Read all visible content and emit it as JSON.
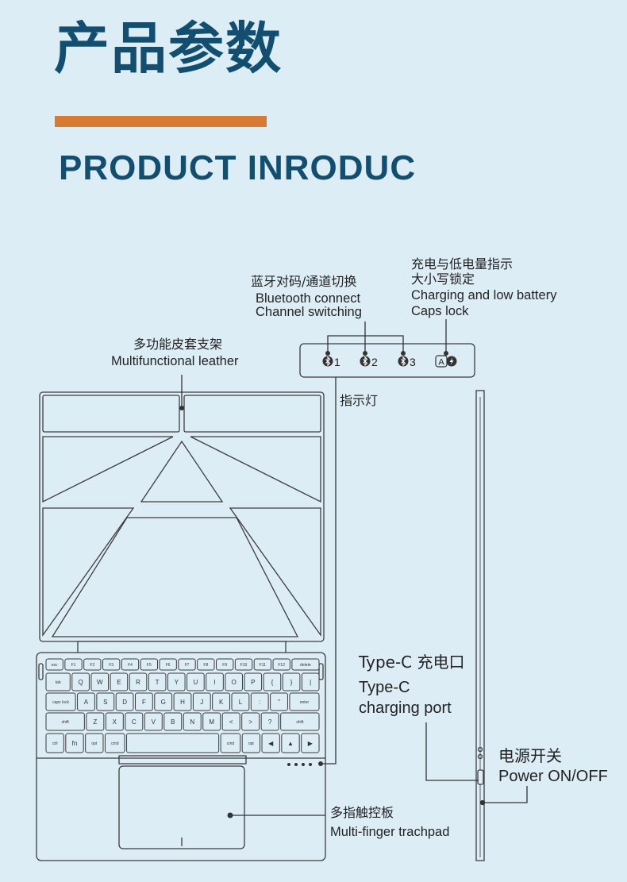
{
  "header": {
    "title_cn": "产品参数",
    "title_en": "PRODUCT INRODUC"
  },
  "colors": {
    "title": "#124e70",
    "accent": "#d97a32",
    "background": "#ddedf6",
    "line": "#3c3c3c"
  },
  "callouts": {
    "bluetooth": {
      "cn": "蓝牙对码/通道切换",
      "en1": "Bluetooth connect",
      "en2": "Channel switching"
    },
    "charging": {
      "cn1": "充电与低电量指示",
      "cn2": "大小写锁定",
      "en1": "Charging and low battery",
      "en2": "Caps lock"
    },
    "leather": {
      "cn": "多功能皮套支架",
      "en": "Multifunctional leather"
    },
    "indicator": {
      "cn": "指示灯"
    },
    "typec": {
      "cn": "Type-C 充电口",
      "en1": "Type-C",
      "en2": "charging port"
    },
    "power": {
      "cn": "电源开关",
      "en": "Power ON/OFF"
    },
    "trackpad": {
      "cn": "多指触控板",
      "en": "Multi-finger trachpad"
    }
  },
  "indicator_panel": {
    "items": [
      {
        "icon": "bluetooth-icon",
        "label": "1"
      },
      {
        "icon": "bluetooth-icon",
        "label": "2"
      },
      {
        "icon": "bluetooth-icon",
        "label": "3"
      },
      {
        "icon": "caps-lock-icon",
        "label": "A"
      },
      {
        "icon": "battery-charge-icon",
        "label": ""
      }
    ]
  },
  "keyboard": {
    "rows": [
      [
        "esc",
        "F1",
        "F2",
        "F3",
        "F4",
        "F5",
        "F6",
        "F7",
        "F8",
        "F9",
        "F10",
        "F11",
        "F12",
        "delete"
      ],
      [
        "tab",
        "Q",
        "W",
        "E",
        "R",
        "T",
        "Y",
        "U",
        "I",
        "O",
        "P",
        "{",
        "}",
        "|"
      ],
      [
        "caps lock",
        "A",
        "S",
        "D",
        "F",
        "G",
        "H",
        "J",
        "K",
        "L",
        ":",
        "\"",
        "enter"
      ],
      [
        "shift",
        "Z",
        "X",
        "C",
        "V",
        "B",
        "N",
        "M",
        "<",
        ">",
        "?",
        "shift"
      ],
      [
        "ctrl",
        "fn",
        "opt",
        "cmd",
        "",
        "cmd",
        "opt",
        "◀",
        "▲",
        "▶"
      ]
    ]
  }
}
